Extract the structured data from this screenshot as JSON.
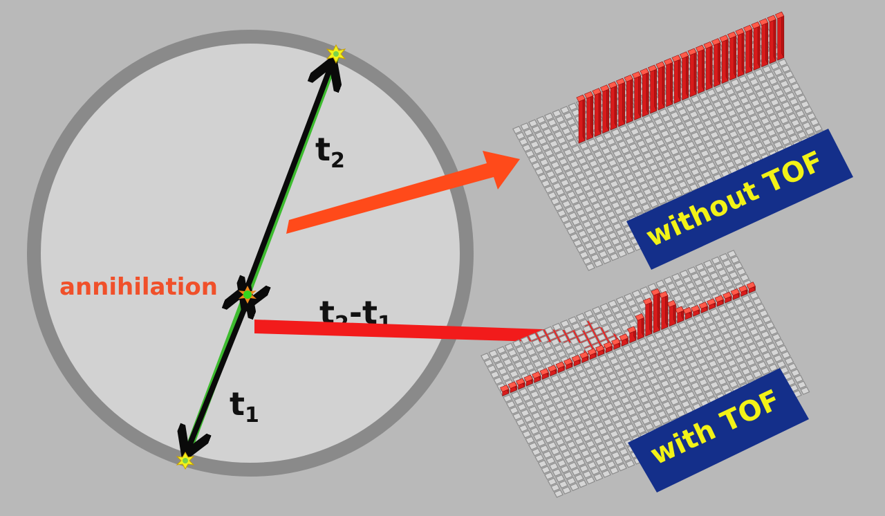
{
  "colors": {
    "background": "#b9b9b9",
    "ring": "#8a8a8a",
    "ring_interior": "#d2d2d2",
    "line_of_response": "#3dbb2f",
    "arrow_orange": "#ff4a1a",
    "arrow_red": "#f21b1b",
    "label_orange": "#f0502a",
    "grid": "#8c8c8c",
    "bars": "#f02a2a",
    "label_box": "#142f8a",
    "label_text": "#f2f217"
  },
  "labels": {
    "annihilation": "annihilation",
    "t2": {
      "base": "t",
      "sub": "2"
    },
    "t1": {
      "base": "t",
      "sub": "1"
    },
    "difference": {
      "a": "t",
      "a_sub": "2",
      "sep": "-",
      "b": "t",
      "b_sub": "1"
    }
  },
  "panels": {
    "without_tof": {
      "label": "without TOF"
    },
    "with_tof": {
      "label": "with TOF"
    }
  },
  "icons": [
    "detector-hit-icon",
    "annihilation-burst-icon",
    "arrow-icon"
  ]
}
